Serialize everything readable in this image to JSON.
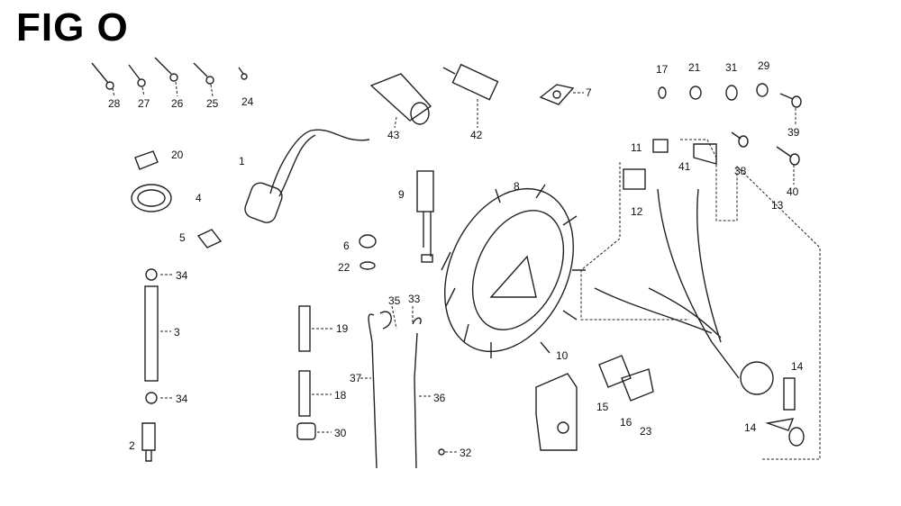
{
  "title": "FIG O",
  "callouts": [
    "28",
    "27",
    "26",
    "25",
    "24",
    "43",
    "42",
    "7",
    "17",
    "21",
    "31",
    "29",
    "39",
    "11",
    "41",
    "38",
    "12",
    "40",
    "13",
    "20",
    "4",
    "1",
    "9",
    "8",
    "5",
    "6",
    "22",
    "34",
    "35",
    "33",
    "19",
    "3",
    "37",
    "36",
    "18",
    "34",
    "10",
    "15",
    "16",
    "23",
    "14",
    "14",
    "2",
    "30",
    "32"
  ]
}
